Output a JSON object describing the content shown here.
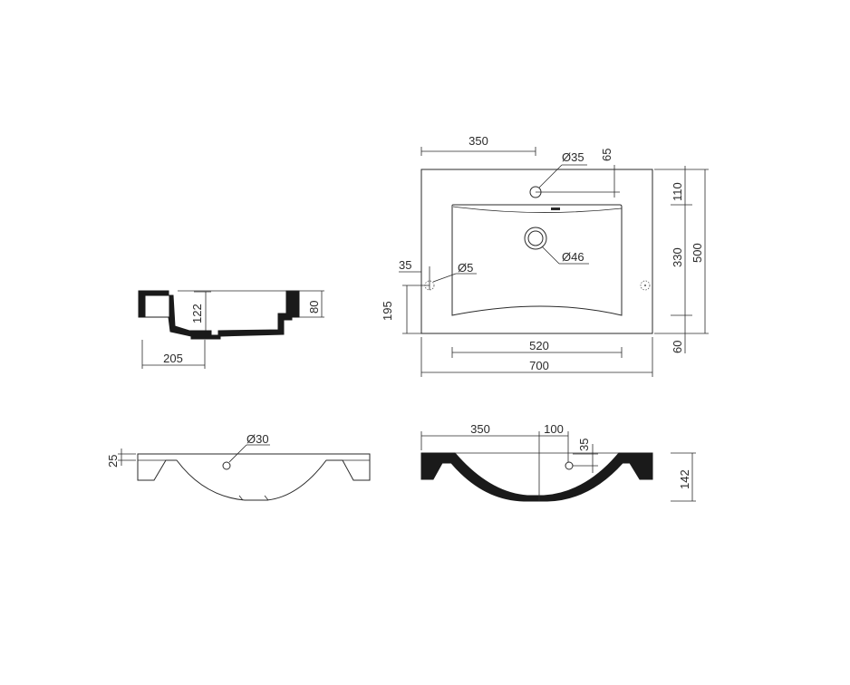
{
  "dimensions": {
    "top_width_350": "350",
    "tap_hole_dia": "Ø35",
    "tap_offset_65": "65",
    "depth_110": "110",
    "depth_330": "330",
    "depth_500": "500",
    "depth_60": "60",
    "drain_dia": "Ø46",
    "overflow_dia": "Ø5",
    "overflow_offset_35": "35",
    "overflow_height_195": "195",
    "bowl_width_520": "520",
    "total_width_700": "700",
    "side_height_80": "80",
    "side_depth_122": "122",
    "side_offset_205": "205",
    "front_thickness_25": "25",
    "front_hole_dia": "Ø30",
    "section_width_350": "350",
    "section_offset_100": "100",
    "section_offset_35": "35",
    "section_height_142": "142"
  }
}
